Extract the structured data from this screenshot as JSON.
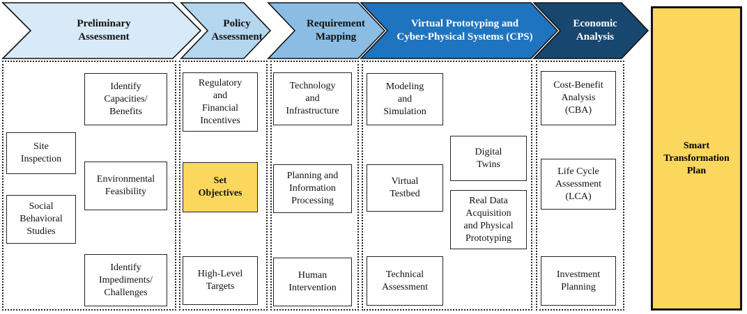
{
  "colors": {
    "preliminary": "#d8eaf7",
    "policy": "#b5d6ef",
    "requirement": "#8bbde4",
    "cps": "#1f74bf",
    "economic": "#17476e",
    "highlight": "#fcd75e",
    "dark_text": "#111111",
    "light_text": "#ffffff"
  },
  "stages": [
    {
      "id": "preliminary",
      "title": "Preliminary\nAssessment"
    },
    {
      "id": "policy",
      "title": "Policy\nAssessment"
    },
    {
      "id": "requirement",
      "title": "Requirement\nMapping"
    },
    {
      "id": "cps",
      "title": "Virtual Prototyping and\nCyber-Physical Systems (CPS)"
    },
    {
      "id": "economic",
      "title": "Economic\nAnalysis"
    }
  ],
  "boxes": {
    "preliminary": {
      "site_inspection": "Site\nInspection",
      "social_behavioral": "Social\nBehavioral\nStudies",
      "capacities": "Identify\nCapacities/\nBenefits",
      "environmental": "Environmental\nFeasibility",
      "impediments": "Identify\nImpediments/\nChallenges"
    },
    "policy": {
      "regulatory": "Regulatory\nand\nFinancial\nIncentives",
      "objectives": "Set\nObjectives",
      "targets": "High-Level\nTargets"
    },
    "requirement": {
      "technology": "Technology\nand\nInfrastructure",
      "planning": "Planning and\nInformation\nProcessing",
      "human": "Human\nIntervention"
    },
    "cps": {
      "modeling": "Modeling\nand\nSimulation",
      "testbed": "Virtual\nTestbed",
      "technical": "Technical\nAssessment",
      "twins": "Digital\nTwins",
      "real_data": "Real Data\nAcquisition\nand Physical\nPrototyping"
    },
    "economic": {
      "cba": "Cost-Benefit\nAnalysis\n(CBA)",
      "lca": "Life Cycle\nAssessment\n(LCA)",
      "investment": "Investment\nPlanning"
    }
  },
  "final": "Smart\nTransformation\nPlan"
}
